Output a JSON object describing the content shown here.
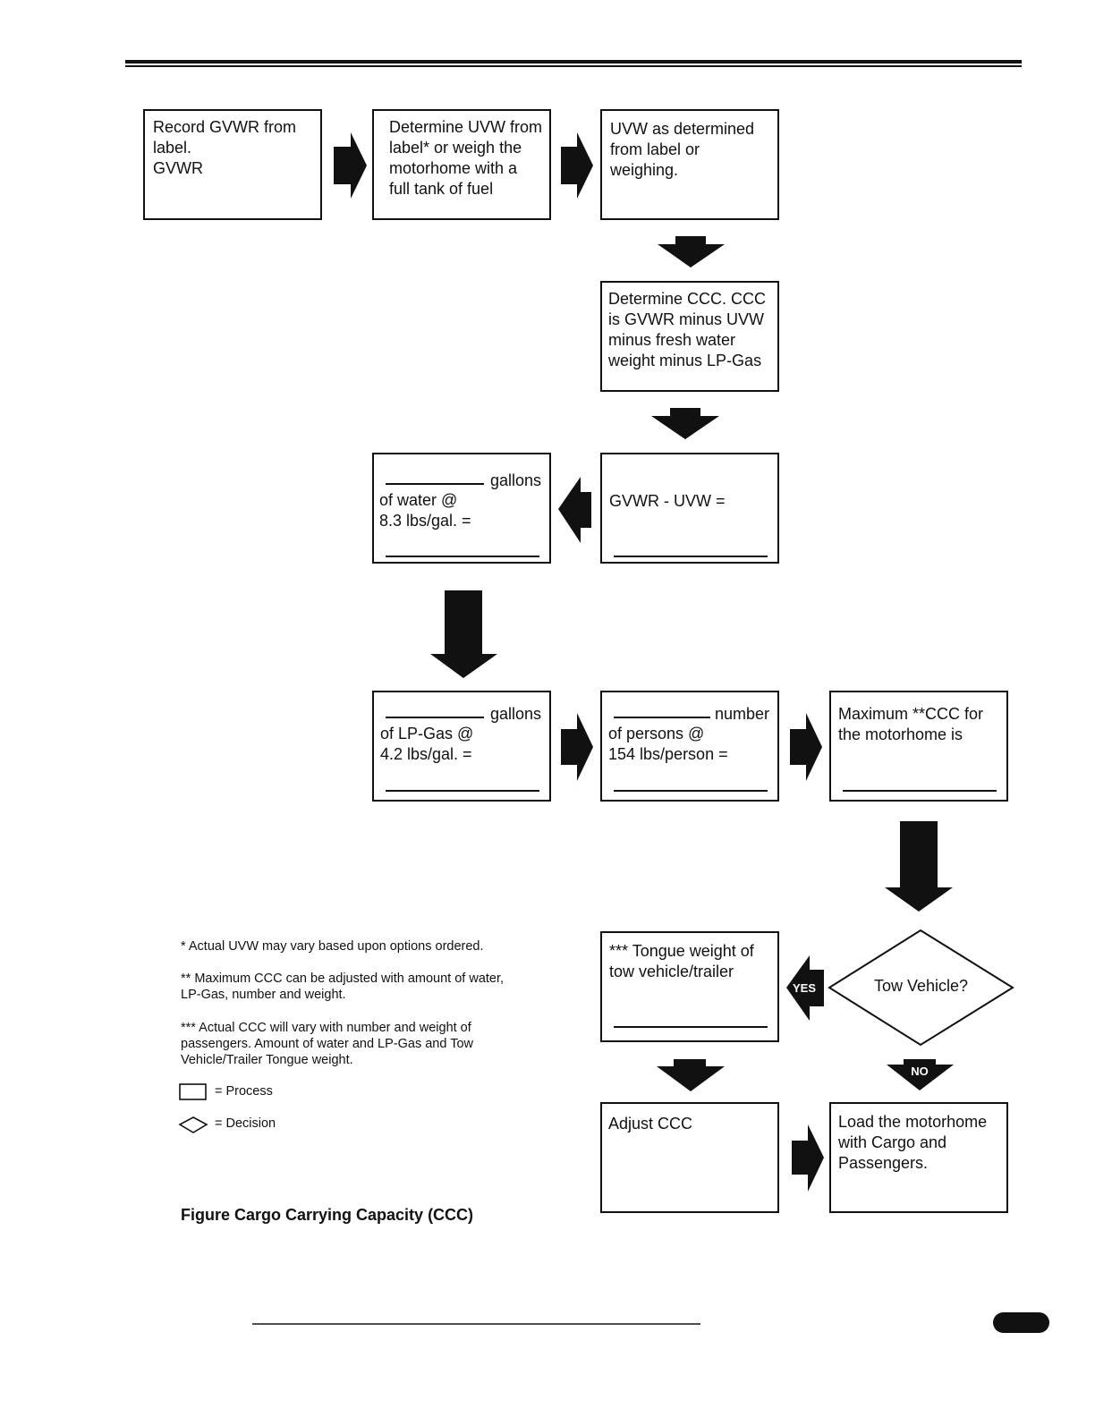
{
  "colors": {
    "ink": "#111111",
    "paper": "#ffffff"
  },
  "boxes": {
    "gvwr": {
      "text": "Record GVWR from\nlabel.\nGVWR"
    },
    "uvw_determine": {
      "text": "Determine UVW from\nlabel* or weigh the\nmotorhome with a\nfull tank of fuel"
    },
    "uvw_result": {
      "text": "UVW as determined\nfrom label or\nweighing."
    },
    "ccc_determine": {
      "text": "Determine CCC. CCC\nis GVWR minus UVW\nminus fresh water\nweight minus LP-Gas"
    },
    "gvwr_minus_uvw": {
      "text": "GVWR - UVW ="
    },
    "water": {
      "suffix": "gallons",
      "text": "of water @\n8.3 lbs/gal. ="
    },
    "lpgas": {
      "suffix": "gallons",
      "text": "of LP-Gas @\n4.2 lbs/gal. ="
    },
    "persons": {
      "suffix": "number",
      "text": "of persons @\n154 lbs/person ="
    },
    "max_ccc": {
      "text": "Maximum **CCC for\nthe motorhome is"
    },
    "tongue": {
      "text": "*** Tongue weight of\ntow vehicle/trailer"
    },
    "adjust": {
      "text": "Adjust CCC"
    },
    "load": {
      "text": "Load the motorhome\nwith Cargo and\nPassengers."
    }
  },
  "decision": {
    "label": "Tow Vehicle?",
    "yes": "YES",
    "no": "NO"
  },
  "notes": [
    "* Actual UVW may vary based upon options ordered.",
    "** Maximum CCC can be adjusted with amount of water,\nLP-Gas, number and weight.",
    "*** Actual CCC will vary with number and weight of\npassengers. Amount of water and LP-Gas and Tow\nVehicle/Trailer Tongue weight."
  ],
  "legend": {
    "process": "= Process",
    "decision": "= Decision"
  },
  "caption": "Figure Cargo Carrying Capacity (CCC)"
}
